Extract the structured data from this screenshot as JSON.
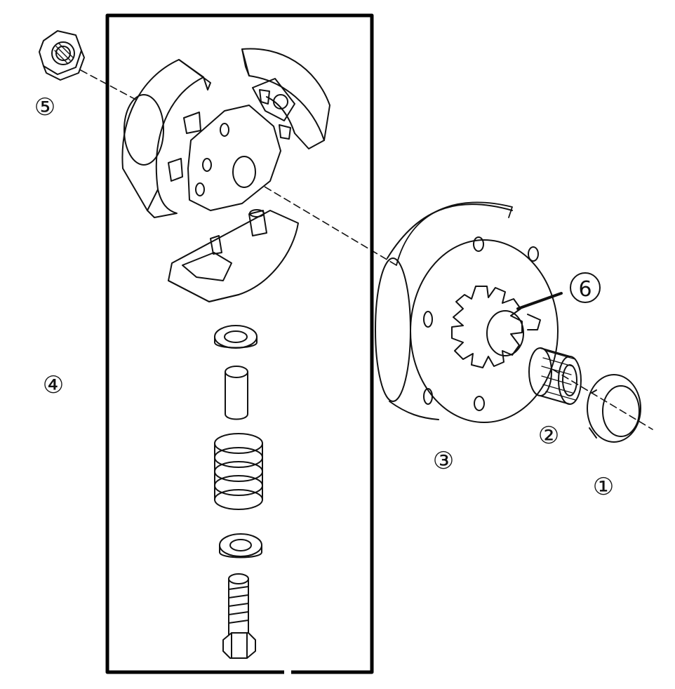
{
  "callouts": {
    "thrust_washer": "①",
    "needle_bearing": "②",
    "clutch_drum": "③",
    "clutch_assembly": "④",
    "flange_nut": "⑤",
    "drive_sprocket": "6"
  },
  "colors": {
    "line": "#111111",
    "frame": "#000000",
    "background": "#ffffff"
  }
}
